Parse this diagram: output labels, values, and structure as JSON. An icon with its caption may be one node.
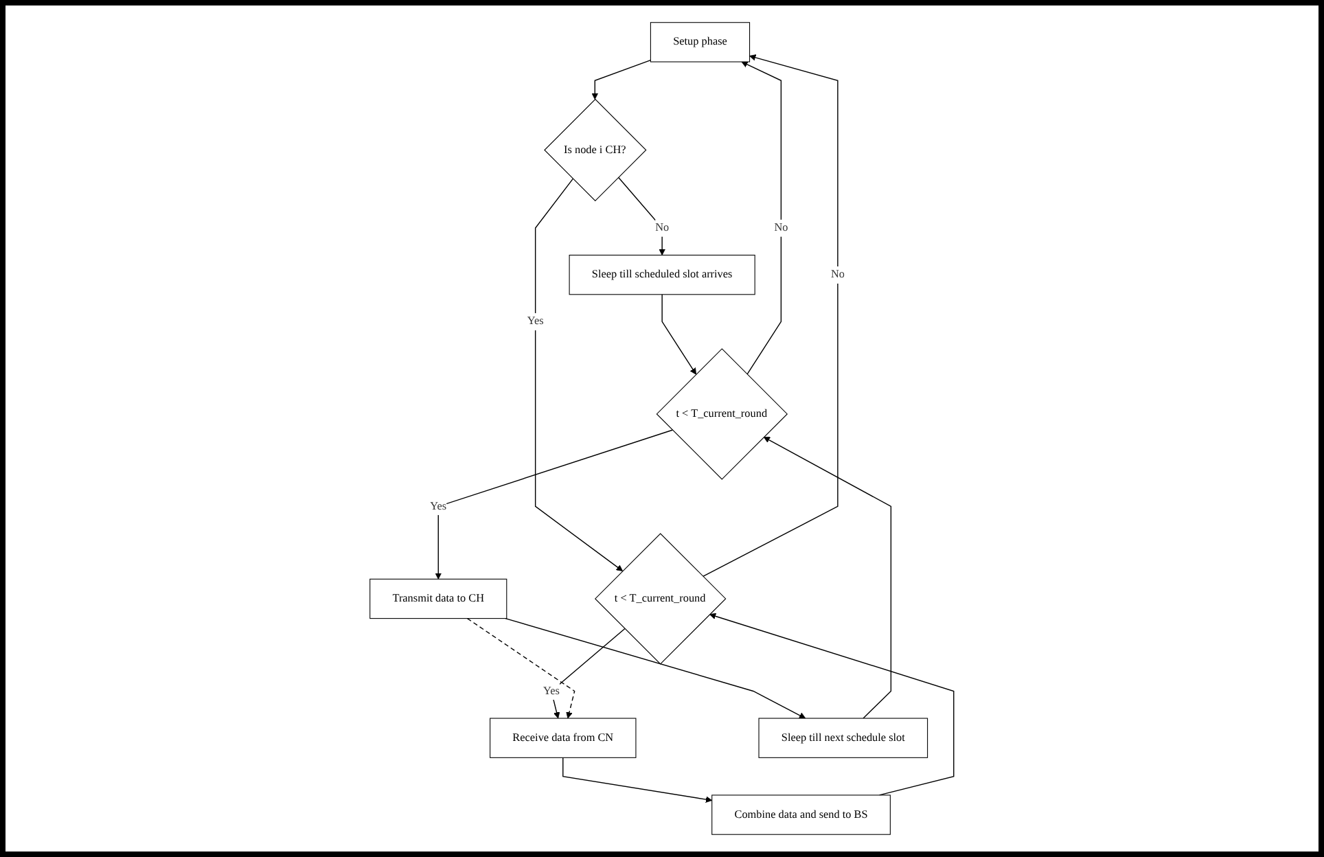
{
  "diagram": {
    "nodes": [
      {
        "text": [
          "Setup phase"
        ]
      },
      {
        "text": [
          "Is node i CH?"
        ]
      },
      {
        "text": [
          "Sleep till scheduled slot arrives"
        ]
      },
      {
        "text": [
          "t < T_current_round"
        ]
      },
      {
        "text": [
          "t < T_current_round"
        ]
      },
      {
        "text": [
          "Receive data from CN"
        ]
      },
      {
        "text": [
          "Transmit data to CH"
        ]
      },
      {
        "text": [
          "Combine data and send to BS"
        ]
      },
      {
        "text": [
          "Sleep till next schedule slot"
        ]
      }
    ],
    "edges": [
      {
        "from": 0,
        "to": 1,
        "arrow": "to"
      },
      {
        "from": 1,
        "to": 3,
        "arrow": "to",
        "label": "Yes"
      },
      {
        "from": 1,
        "to": 2,
        "arrow": "to",
        "label": "No"
      },
      {
        "from": 2,
        "to": 4,
        "arrow": "to"
      },
      {
        "from": 3,
        "to": 0,
        "arrow": "to",
        "label": "No"
      },
      {
        "from": 3,
        "to": 5,
        "arrow": "to",
        "label": "Yes"
      },
      {
        "from": 4,
        "to": 0,
        "arrow": "to",
        "label": "No"
      },
      {
        "from": 4,
        "to": 6,
        "arrow": "to",
        "label": "Yes"
      },
      {
        "from": 5,
        "to": 7,
        "arrow": "to"
      },
      {
        "from": 6,
        "to": 8,
        "arrow": "to"
      },
      {
        "from": 7,
        "to": 3,
        "arrow": "to"
      },
      {
        "from": 8,
        "to": 4,
        "arrow": "to"
      },
      {
        "from": 6,
        "to": 5,
        "arrow": "to",
        "style": "dashed"
      }
    ]
  }
}
